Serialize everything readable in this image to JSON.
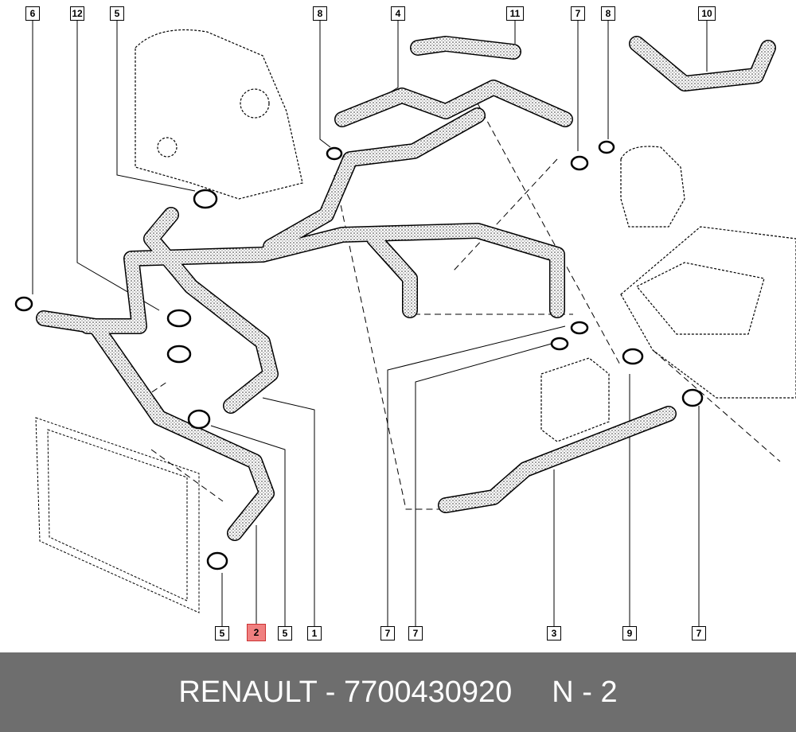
{
  "callouts_top": [
    "6",
    "12",
    "5",
    "8",
    "4",
    "11",
    "7",
    "8",
    "10"
  ],
  "callouts_bottom": [
    "5",
    "2",
    "5",
    "1",
    "7",
    "7",
    "3",
    "9",
    "7"
  ],
  "highlighted_part": "2",
  "highlight_color": "#f08080",
  "footer": {
    "brand_part": "RENAULT - 7700430920",
    "position": "N - 2"
  }
}
